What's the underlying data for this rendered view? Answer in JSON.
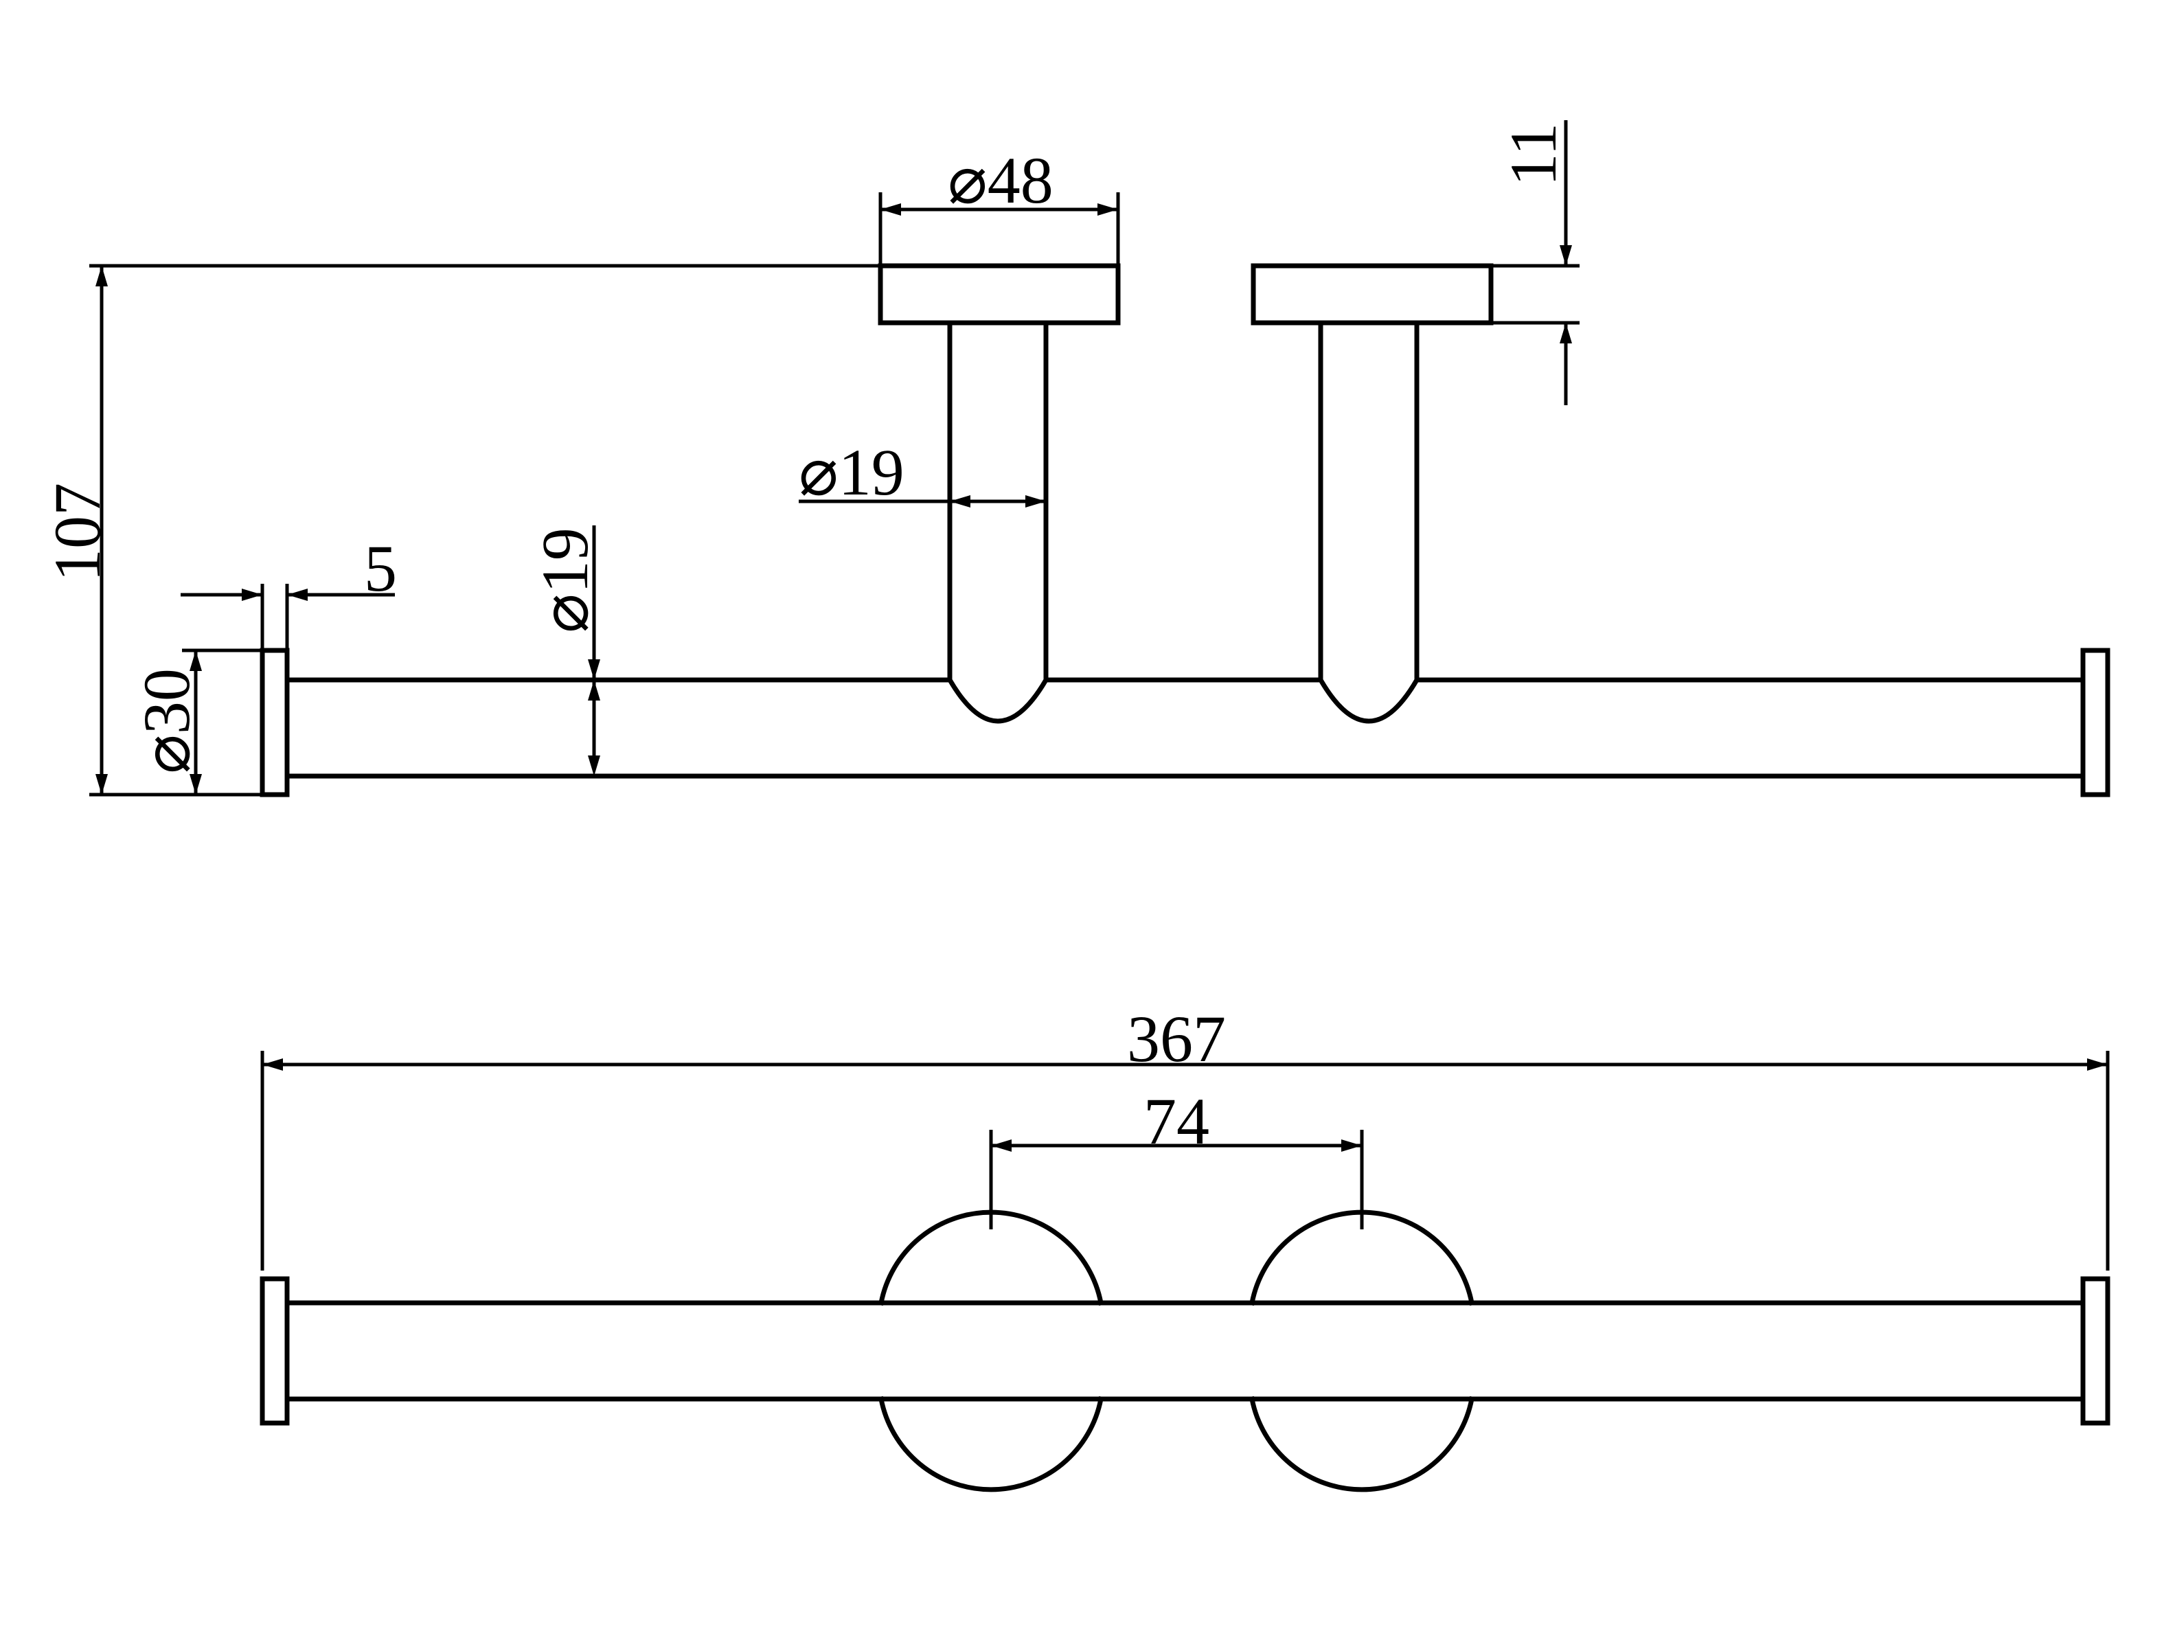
{
  "drawing": {
    "side_view_dims": {
      "base_diameter": "⌀48",
      "base_thickness": "11",
      "post_diameter": "⌀19",
      "overall_height": "107",
      "end_cap_thickness": "5",
      "end_cap_diameter": "⌀30",
      "bar_diameter": "⌀19"
    },
    "front_view_dims": {
      "overall_length": "367",
      "post_spacing": "74"
    }
  }
}
